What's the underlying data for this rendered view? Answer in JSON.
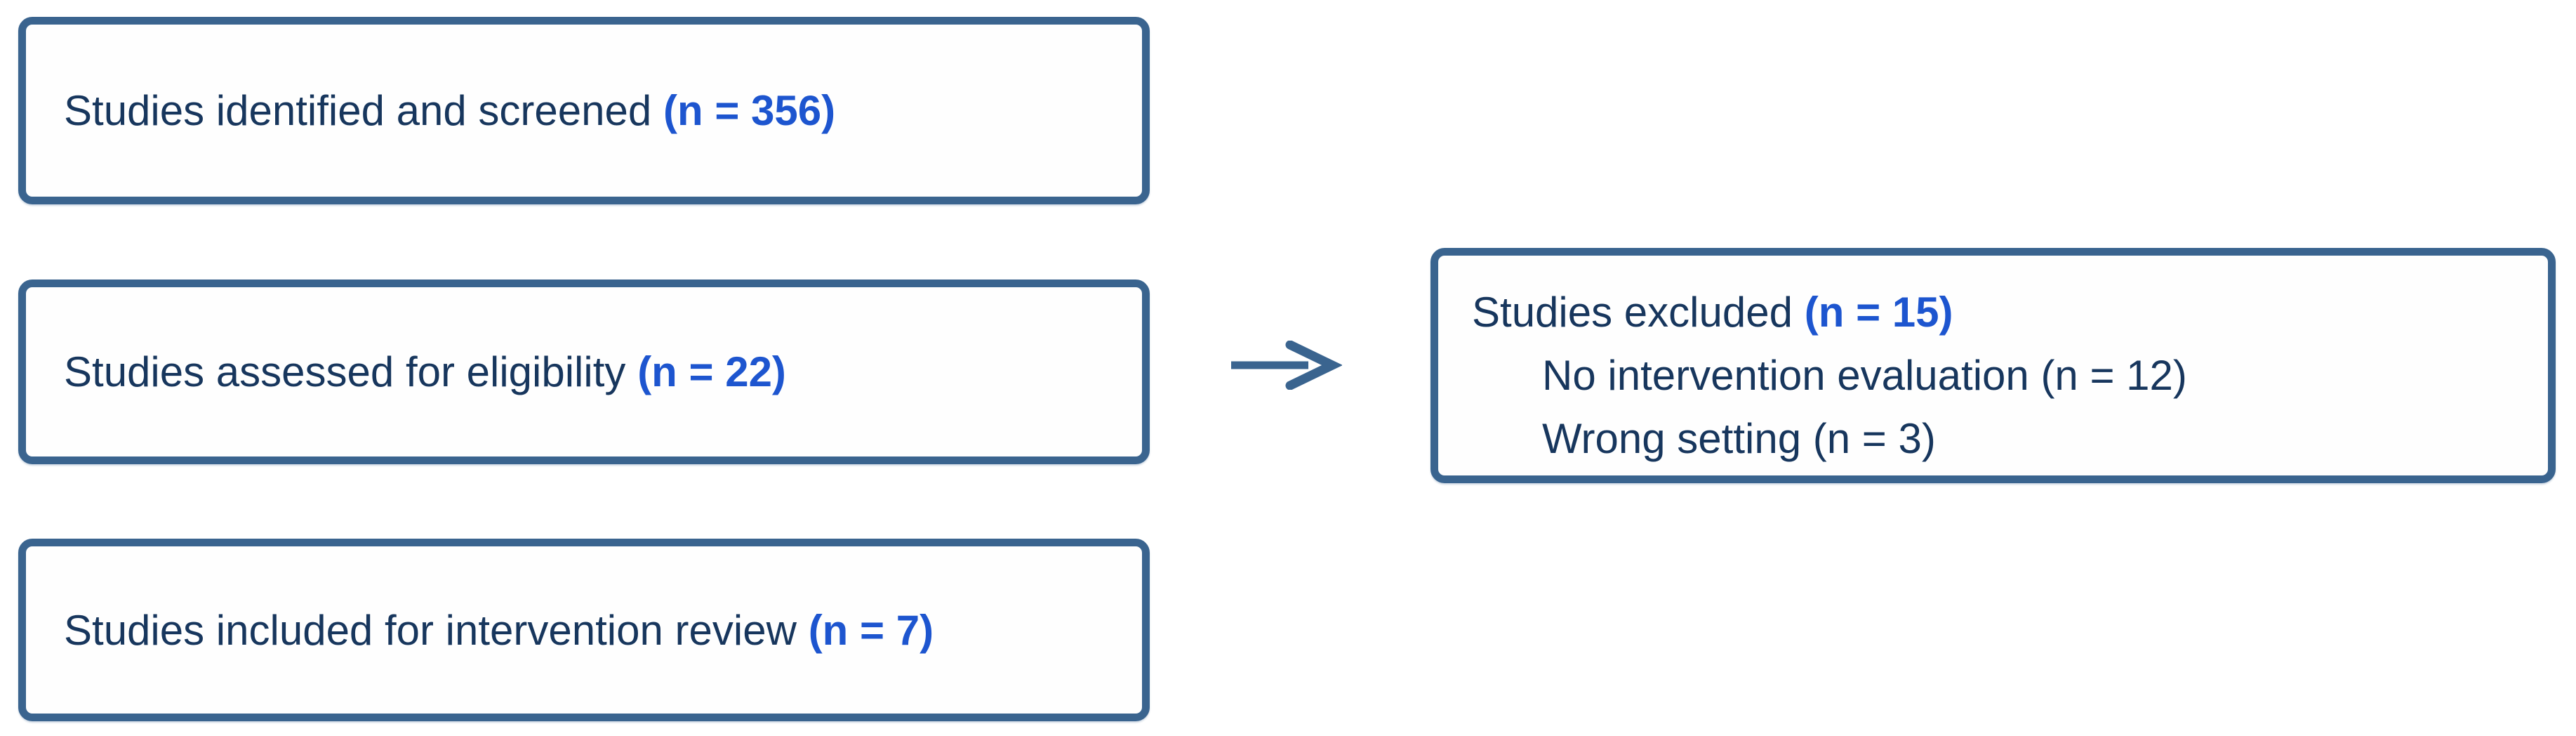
{
  "diagram": {
    "type": "study-selection-flowchart",
    "boxes": [
      {
        "label": "Studies identified and screened",
        "count": "(n = 356)"
      },
      {
        "label": "Studies assessed for eligibility",
        "count": "(n = 22)"
      },
      {
        "label": "Studies included for intervention review",
        "count": "(n = 7)"
      }
    ],
    "excluded": {
      "label": "Studies excluded",
      "count": "(n = 15)",
      "reasons": [
        "No intervention evaluation (n = 12)",
        "Wrong setting (n = 3)"
      ]
    },
    "arrow": {
      "icon": "right-arrow-icon",
      "from_box": "Studies assessed for eligibility (n = 22)",
      "to_box": "Studies excluded (n = 15)"
    },
    "colors": {
      "background": "#ffffff",
      "box_border": "#3a648f",
      "body_text": "#17365d",
      "count_text": "#1d55cf",
      "arrow": "#3a648f"
    }
  }
}
